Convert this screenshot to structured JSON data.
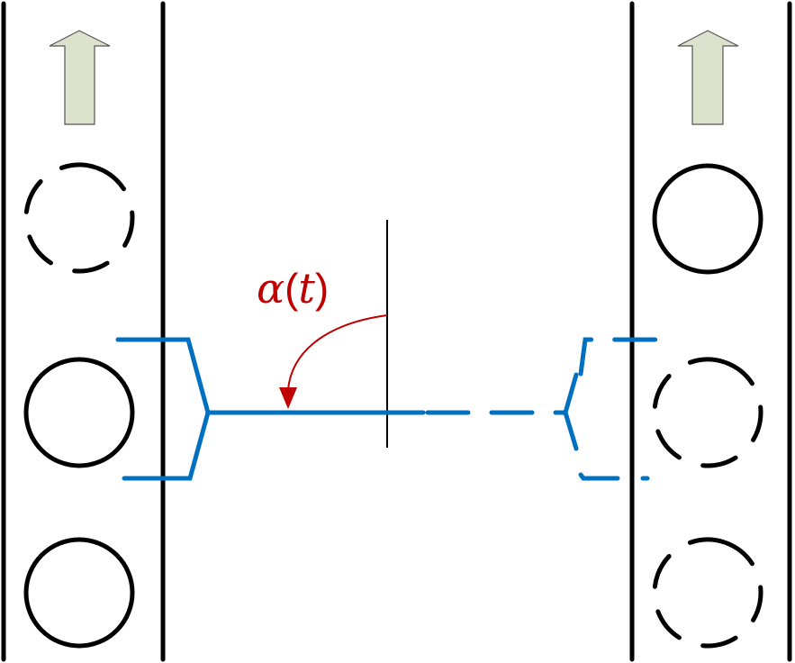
{
  "annotation": {
    "symbol": "α",
    "open_paren": "(",
    "variable": "t",
    "close_paren": ")"
  },
  "colors": {
    "track_lines": "#000000",
    "robot_arm": "#0070c0",
    "angle_arrow": "#c00000",
    "direction_arrow_fill": "#dde2cc",
    "direction_arrow_stroke": "#555555"
  },
  "elements": {
    "left_track": {
      "direction": "up",
      "slots": [
        "empty-dashed",
        "filled-solid",
        "filled-solid"
      ]
    },
    "right_track": {
      "direction": "up",
      "slots": [
        "filled-solid",
        "empty-dashed",
        "empty-dashed"
      ]
    },
    "gripper_current": "solid",
    "gripper_target": "dashed"
  }
}
